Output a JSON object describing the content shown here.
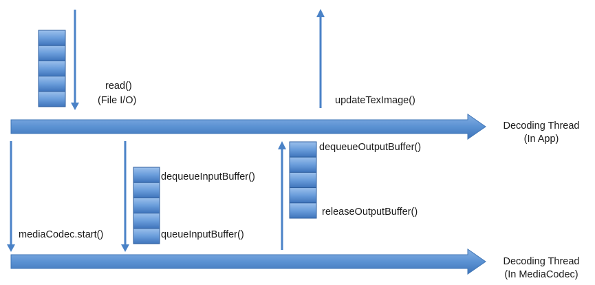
{
  "colors": {
    "arrow_fill": "#5b92d3",
    "arrow_stroke": "#3f75b6",
    "arrow_dark": "#2d5f9e",
    "buffer_light": "#8ab4e6",
    "buffer_dark": "#3f74bb",
    "buffer_stroke": "#2f5f9f",
    "text": "#1a1a1a"
  },
  "threads": {
    "app": {
      "line1": "Decoding Thread",
      "line2": "(In App)"
    },
    "codec": {
      "line1": "Decoding Thread",
      "line2": "(In MediaCodec)"
    }
  },
  "labels": {
    "read": "read()",
    "file_io": "(File I/O)",
    "update_tex_image": "updateTexImage()",
    "dequeue_output_buffer": "dequeueOutputBuffer()",
    "release_output_buffer": "releaseOutputBuffer()",
    "dequeue_input_buffer": "dequeueInputBuffer()",
    "queue_input_buffer": "queueInputBuffer()",
    "media_codec_start": "mediaCodec.start()"
  },
  "buffer_stacks": {
    "file_input_cells": 5,
    "input_buffer_cells": 5,
    "output_buffer_cells": 5
  }
}
